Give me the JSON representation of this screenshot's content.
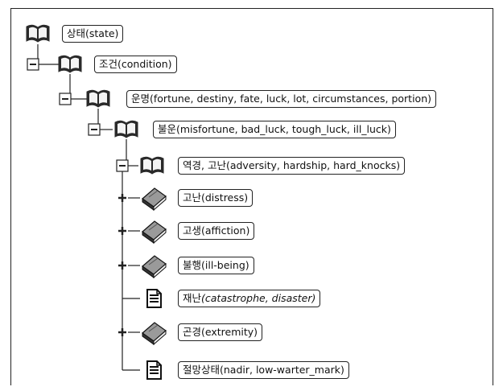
{
  "tree": {
    "nodes": [
      {
        "id": "n0",
        "label": "상태(state)",
        "icon": "open-book-icon",
        "toggle": "none"
      },
      {
        "id": "n1",
        "label": "조건(condition)",
        "icon": "open-book-icon",
        "toggle": "collapse"
      },
      {
        "id": "n2",
        "label": "운명(fortune, destiny, fate, luck, lot, circumstances, portion)",
        "icon": "open-book-icon",
        "toggle": "collapse"
      },
      {
        "id": "n3",
        "label": "불운(misfortune, bad_luck, tough_luck, ill_luck)",
        "icon": "open-book-icon",
        "toggle": "collapse"
      },
      {
        "id": "n4",
        "label": "역경, 고난(adversity, hardship, hard_knocks)",
        "icon": "open-book-icon",
        "toggle": "collapse"
      },
      {
        "id": "n5",
        "label": "고난(distress)",
        "icon": "closed-book-icon",
        "toggle": "expand"
      },
      {
        "id": "n6",
        "label": "고생(affiction)",
        "icon": "closed-book-icon",
        "toggle": "expand"
      },
      {
        "id": "n7",
        "label": "불행(ill-being)",
        "icon": "closed-book-icon",
        "toggle": "expand"
      },
      {
        "id": "n8",
        "label_word": "재난",
        "label_rest": "(catastrophe, disaster)",
        "icon": "document-icon",
        "toggle": "none"
      },
      {
        "id": "n9",
        "label": "곤경(extremity)",
        "icon": "closed-book-icon",
        "toggle": "expand"
      },
      {
        "id": "n10",
        "label": "절망상태(nadir, low-warter_mark)",
        "icon": "document-icon",
        "toggle": "none"
      }
    ]
  },
  "colors": {
    "line": "#222222",
    "book_cover": "#2a2a2a",
    "book_pages": "#f4f4f4",
    "closed_book": "#9a9a9a"
  }
}
